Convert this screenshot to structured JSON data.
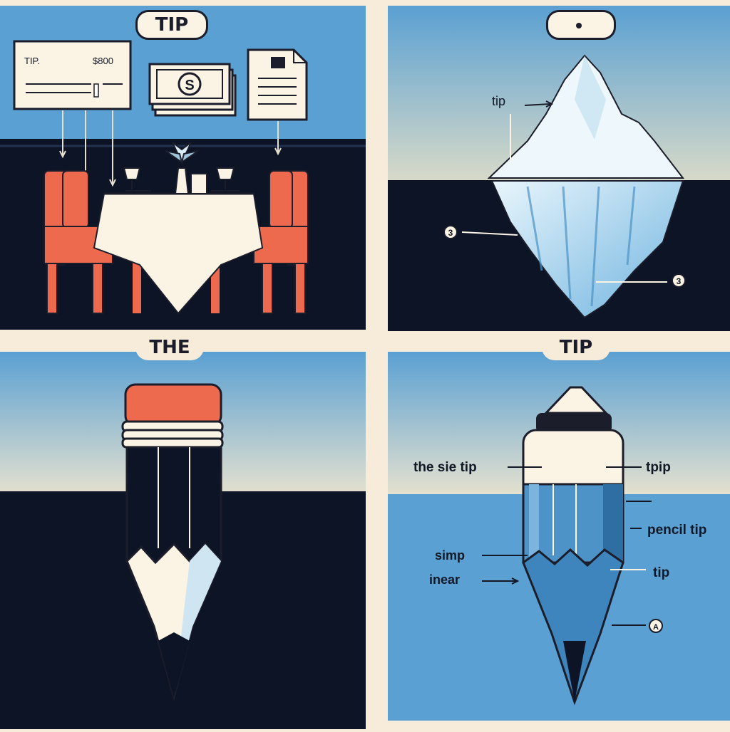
{
  "colors": {
    "cream": "#f6ecd9",
    "sky_blue": "#5aa0d2",
    "night": "#0d1426",
    "chair_red": "#ee6a4f",
    "ink": "#1b1d2a",
    "ice": "#dbeef8"
  },
  "panels": {
    "restaurant": {
      "title": "TIP",
      "check_label": "TIP.",
      "check_amount": "$800",
      "bill_symbol": "S"
    },
    "iceberg": {
      "title": "",
      "label_tip": "tip",
      "marker_left": "3",
      "marker_right": "3"
    },
    "pencil_left": {
      "title": "THE"
    },
    "pencil_right": {
      "title": "TIP",
      "label_left_1": "the sie tip",
      "label_right_1": "tpip",
      "label_right_2": "pencil tip",
      "label_left_2a": "simp",
      "label_left_2b": "inear",
      "label_right_3": "tip",
      "marker": "A"
    }
  }
}
